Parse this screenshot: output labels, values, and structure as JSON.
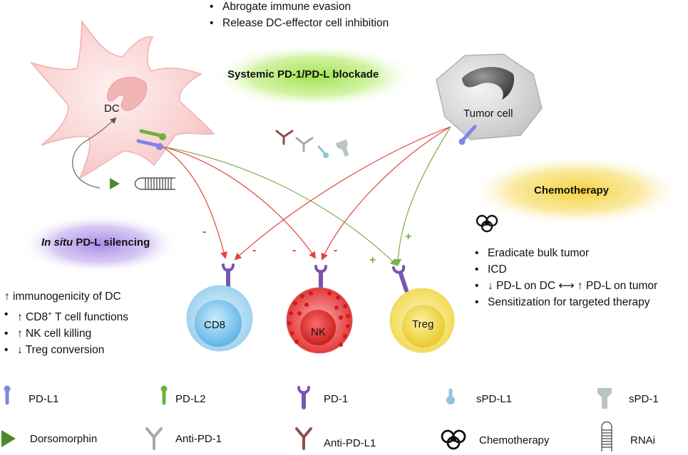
{
  "top_bullets": [
    "Abrogate immune evasion",
    "Release DC-effector cell inhibition"
  ],
  "systemic_label": "Systemic PD-1/PD-L blockade",
  "chemo_label": "Chemotherapy",
  "silencing_label_italic": "In situ",
  "silencing_label_rest": " PD-L silencing",
  "cells": {
    "dc": "DC",
    "tumor": "Tumor cell",
    "cd8": "CD8",
    "nk": "NK",
    "treg": "Treg"
  },
  "signs": {
    "minus": "-",
    "plus": "+"
  },
  "left_block": {
    "heading": "↑ immunogenicity of DC",
    "items": [
      {
        "pre": "↑ CD8",
        "sup": "+",
        "post": " T cell functions"
      },
      {
        "pre": "↑ NK cell killing",
        "sup": "",
        "post": ""
      },
      {
        "pre": "↓ Treg conversion",
        "sup": "",
        "post": ""
      }
    ]
  },
  "right_block": {
    "items": [
      "Eradicate bulk tumor",
      "ICD",
      "↓ PD-L on DC ⟷ ↑ PD-L on tumor",
      "Sensitization for targeted therapy"
    ]
  },
  "legend": [
    {
      "label": "PD-L1",
      "icon": "pd-l1-icon"
    },
    {
      "label": "PD-L2",
      "icon": "pd-l2-icon"
    },
    {
      "label": "PD-1",
      "icon": "pd-1-icon"
    },
    {
      "label": "sPD-L1",
      "icon": "spd-l1-icon"
    },
    {
      "label": "sPD-1",
      "icon": "spd-1-icon"
    },
    {
      "label": "Dorsomorphin",
      "icon": "dorsomorphin-icon"
    },
    {
      "label": "Anti-PD-1",
      "icon": "anti-pd-1-icon"
    },
    {
      "label": "Anti-PD-L1",
      "icon": "anti-pd-l1-icon"
    },
    {
      "label": "Chemotherapy",
      "icon": "biohazard-icon"
    },
    {
      "label": "RNAi",
      "icon": "rnai-icon"
    }
  ],
  "colors": {
    "inhibit_arrow": "#e0443a",
    "activate_arrow": "#7fae4c",
    "pd_l1": "#7f86e6",
    "pd_l2": "#6cb23a",
    "pd_1": "#7a55b0",
    "spd_l1": "#8fc6dc",
    "spd_1": "#b8c4c0",
    "anti_pd_1": "#a8a8a8",
    "anti_pd_l1": "#8e4d4d",
    "dorsomorphin": "#4a8a2a",
    "dc_cell": "#fbd6d6",
    "tumor_cell": "#d8d8d8",
    "cd8_cell": "#bfe2f5",
    "nk_cell": "#e03a3a",
    "treg_cell": "#f2e27a"
  }
}
